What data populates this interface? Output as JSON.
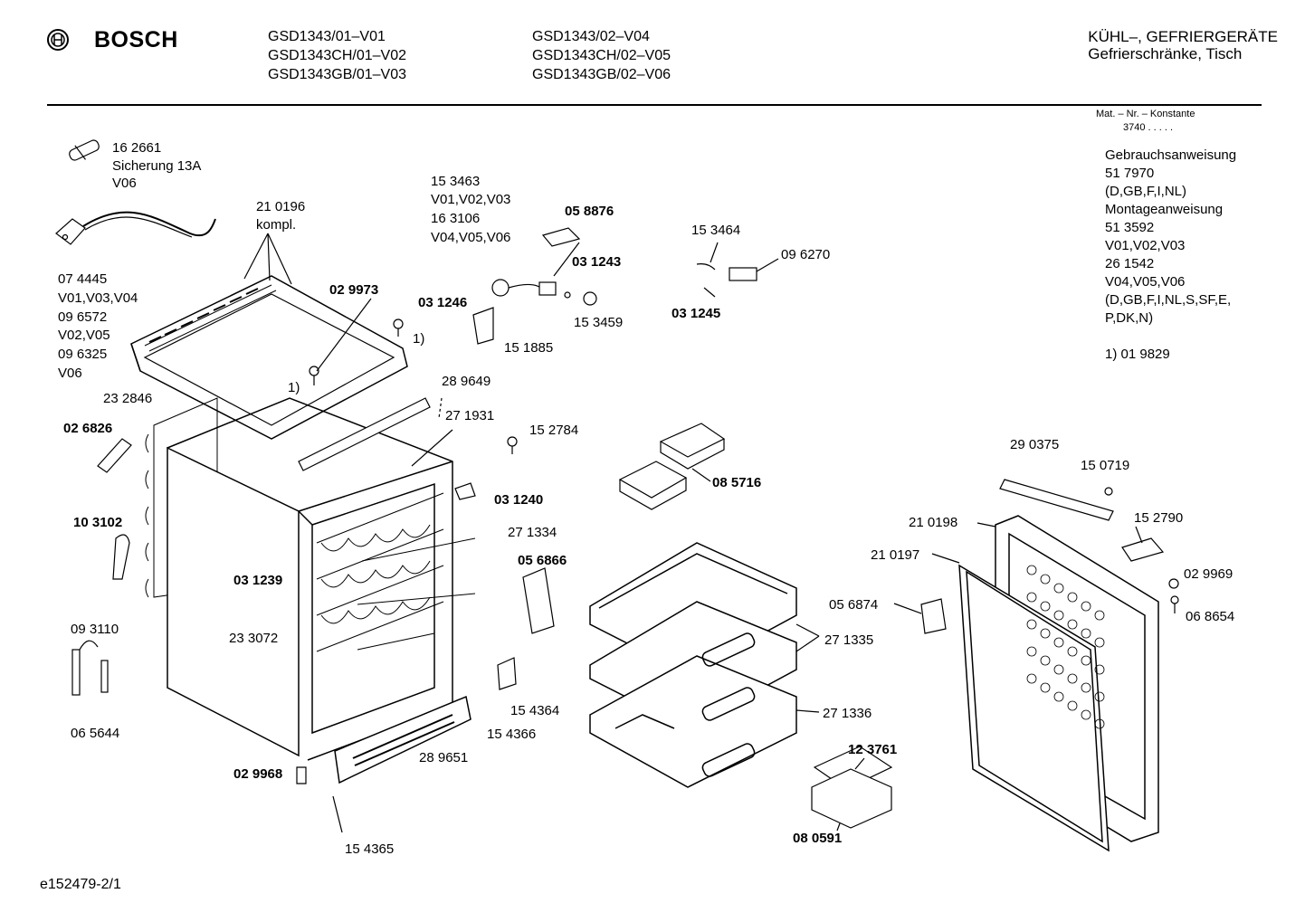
{
  "brand": "BOSCH",
  "models": {
    "col1": [
      "GSD1343/01–V01",
      "GSD1343CH/01–V02",
      "GSD1343GB/01–V03"
    ],
    "col2": [
      "GSD1343/02–V04",
      "GSD1343CH/02–V05",
      "GSD1343GB/02–V06"
    ]
  },
  "category": {
    "line1": "KÜHL–, GEFRIERGERÄTE",
    "line2": "Gefrierschränke, Tisch"
  },
  "mat_nr": {
    "label": "Mat. – Nr. – Konstante",
    "value": "3740 . . . . ."
  },
  "info_lines": [
    "Gebrauchsanweisung",
    "51 7970",
    "(D,GB,F,I,NL)",
    "Montageanweisung",
    "51 3592",
    "V01,V02,V03",
    "26 1542",
    "V04,V05,V06",
    "(D,GB,F,I,NL,S,SF,E,",
    "P,DK,N)"
  ],
  "footnote": "1)  01 9829",
  "footer_id": "e152479-2/1",
  "parts": {
    "fuse_nr": "16 2661",
    "fuse_name": "Sicherung 13A",
    "fuse_var": "V06",
    "top_nr": "21 0196",
    "top_kompl": "kompl.",
    "cord_1": "07 4445",
    "cord_1v": "V01,V03,V04",
    "cord_2": "09 6572",
    "cord_2v": "V02,V05",
    "cord_3": "09 6325",
    "cord_3v": "V06",
    "screw_a": "02 9973",
    "note_1a": "1)",
    "note_1b": "1)",
    "therm_a": "15 3463",
    "therm_av": "V01,V02,V03",
    "therm_b": "16 3106",
    "therm_bv": "V04,V05,V06",
    "knob_cover": "05 8876",
    "clip_1243": "03 1243",
    "bracket_1246": "03 1246",
    "knob_3459": "15 3459",
    "shaft_1885": "15 1885",
    "lamp_3464": "15 3464",
    "switch_6270": "09 6270",
    "holder_1245": "03 1245",
    "cond_2846": "23 2846",
    "rail_9649": "28 9649",
    "rail_1931": "27 1931",
    "screw_2784": "15 2784",
    "handle_6826": "02 6826",
    "clip_1240": "03 1240",
    "pack_5716": "08 5716",
    "tube_3102": "10 3102",
    "strut_1334": "27 1334",
    "part_1239": "03 1239",
    "plate_6866": "05 6866",
    "evap_3072": "23 3072",
    "dryer_3110": "09 3110",
    "drier_5644": "06 5644",
    "hinge_4364": "15 4364",
    "hinge_4366": "15 4366",
    "grille_9651": "28 9651",
    "foot_9968": "02 9968",
    "clip_4365": "15 4365",
    "drawer_1335": "27 1335",
    "drawer_1336": "27 1336",
    "tray_3761": "12 3761",
    "tray_0591": "08 0591",
    "strip_0375": "29 0375",
    "cap_0719": "15 0719",
    "door_0198": "21 0198",
    "gasket_0197": "21 0197",
    "cover_2790": "15 2790",
    "plate_6874": "05 6874",
    "cap_9969": "02 9969",
    "screw_8654": "06 8654"
  }
}
